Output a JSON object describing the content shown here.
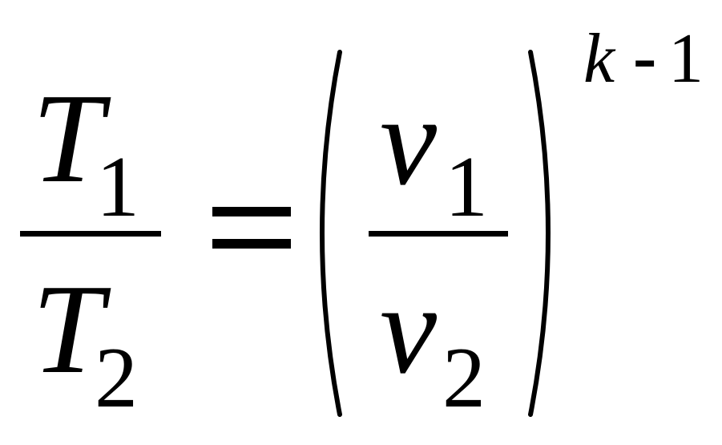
{
  "equation": {
    "lhs": {
      "numerator": {
        "symbol": "T",
        "subscript": "1"
      },
      "denominator": {
        "symbol": "T",
        "subscript": "2"
      }
    },
    "rhs": {
      "numerator": {
        "symbol": "v",
        "subscript": "1"
      },
      "denominator": {
        "symbol": "v",
        "subscript": "2"
      },
      "exponent": {
        "base": "k",
        "operator": "-",
        "constant": "1"
      }
    }
  }
}
